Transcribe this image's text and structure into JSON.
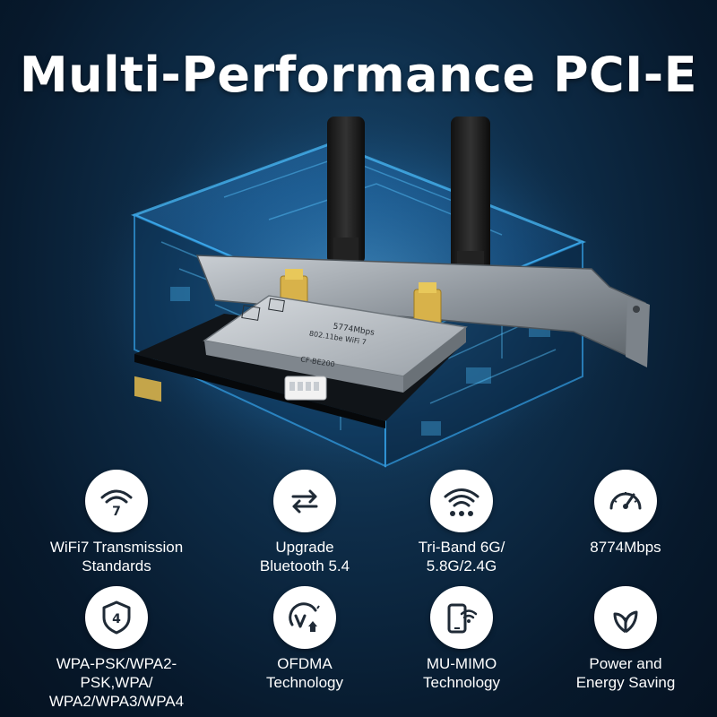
{
  "title": "Multi-Performance PCI-E",
  "card": {
    "bracket_model": "CF-BE200",
    "chip_line1": "5774Mbps",
    "chip_line2": "802.11be WiFi 7"
  },
  "features": [
    {
      "icon": "wifi7-icon",
      "label": "WiFi7 Transmission\nStandards"
    },
    {
      "icon": "bidirectional-arrows-icon",
      "label": "Upgrade\nBluetooth 5.4"
    },
    {
      "icon": "triband-wifi-icon",
      "label": "Tri-Band 6G/\n5.8G/2.4G"
    },
    {
      "icon": "speedometer-icon",
      "label": "8774Mbps"
    },
    {
      "icon": "shield-4-icon",
      "label": "WPA-PSK/WPA2-PSK,WPA/\nWPA2/WPA3/WPA4"
    },
    {
      "icon": "ofdma-icon",
      "label": "OFDMA\nTechnology"
    },
    {
      "icon": "mu-mimo-phone-icon",
      "label": "MU-MIMO\nTechnology"
    },
    {
      "icon": "leaves-icon",
      "label": "Power and\nEnergy Saving"
    }
  ],
  "colors": {
    "background": "#0b2238",
    "glow": "#3ab2ff",
    "icon_bg": "#ffffff",
    "icon_fg": "#1f2a36",
    "gold": "#d8b24a"
  }
}
